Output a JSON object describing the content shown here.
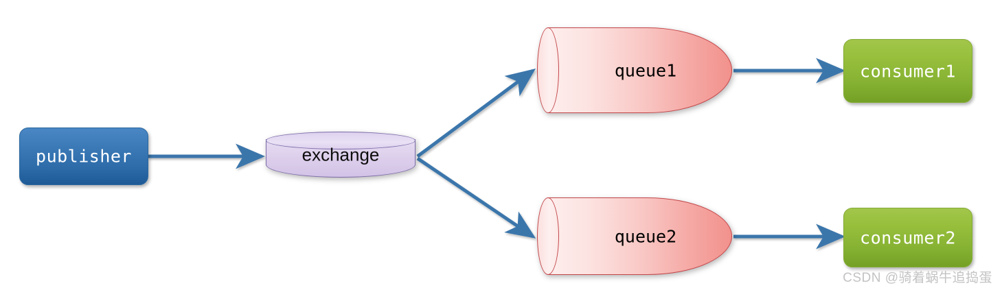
{
  "diagram": {
    "type": "message-broker-fanout-flow",
    "background_color": "#ffffff",
    "nodes": {
      "publisher": {
        "label": "publisher",
        "shape": "rounded-rectangle",
        "fill_top": "#4a87c4",
        "fill_bottom": "#1d5a96",
        "text_color": "#ffffff"
      },
      "exchange": {
        "label": "exchange",
        "shape": "disc-cylinder",
        "fill": "#ddd0ec",
        "border_color": "#7b6ba8",
        "text_color": "#0d0d0d"
      },
      "queue1": {
        "label": "queue1",
        "shape": "horizontal-cylinder",
        "fill_left": "#fdeeed",
        "fill_right": "#f2918c",
        "border_color": "#c4464a",
        "text_color": "#000000"
      },
      "queue2": {
        "label": "queue2",
        "shape": "horizontal-cylinder",
        "fill_left": "#fdeeed",
        "fill_right": "#f2918c",
        "border_color": "#c4464a",
        "text_color": "#000000"
      },
      "consumer1": {
        "label": "consumer1",
        "shape": "rounded-rectangle",
        "fill_top": "#a2c64a",
        "fill_bottom": "#74a125",
        "text_color": "#ffffff"
      },
      "consumer2": {
        "label": "consumer2",
        "shape": "rounded-rectangle",
        "fill_top": "#a2c64a",
        "fill_bottom": "#74a125",
        "text_color": "#ffffff"
      }
    },
    "edges": [
      {
        "from": "publisher",
        "to": "exchange",
        "style": "straight",
        "color": "#3b76ab"
      },
      {
        "from": "exchange",
        "to": "queue1",
        "style": "diagonal-up",
        "color": "#3b76ab"
      },
      {
        "from": "exchange",
        "to": "queue2",
        "style": "diagonal-down",
        "color": "#3b76ab"
      },
      {
        "from": "queue1",
        "to": "consumer1",
        "style": "straight",
        "color": "#3b76ab"
      },
      {
        "from": "queue2",
        "to": "consumer2",
        "style": "straight",
        "color": "#3b76ab"
      }
    ],
    "arrow_color": "#3b76ab"
  },
  "watermark": {
    "text": "CSDN @骑着蜗牛追捣蛋",
    "color": "#c3c3c3"
  }
}
